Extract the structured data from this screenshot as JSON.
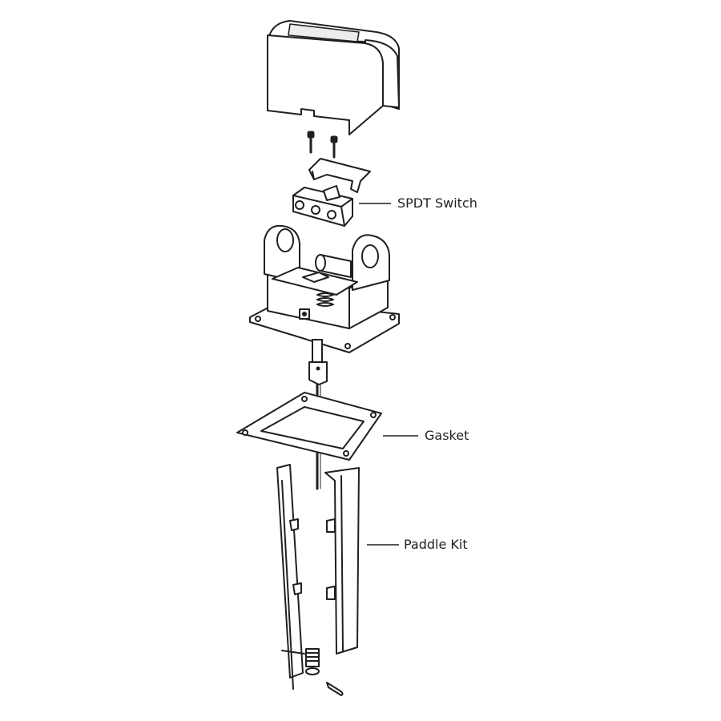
{
  "labels": {
    "spdt_switch": "SPDT Switch",
    "gasket": "Gasket",
    "paddle_kit": "Paddle Kit"
  },
  "colors": {
    "line": "#231f20",
    "background": "#ffffff",
    "fill": "#d9d9d9"
  }
}
